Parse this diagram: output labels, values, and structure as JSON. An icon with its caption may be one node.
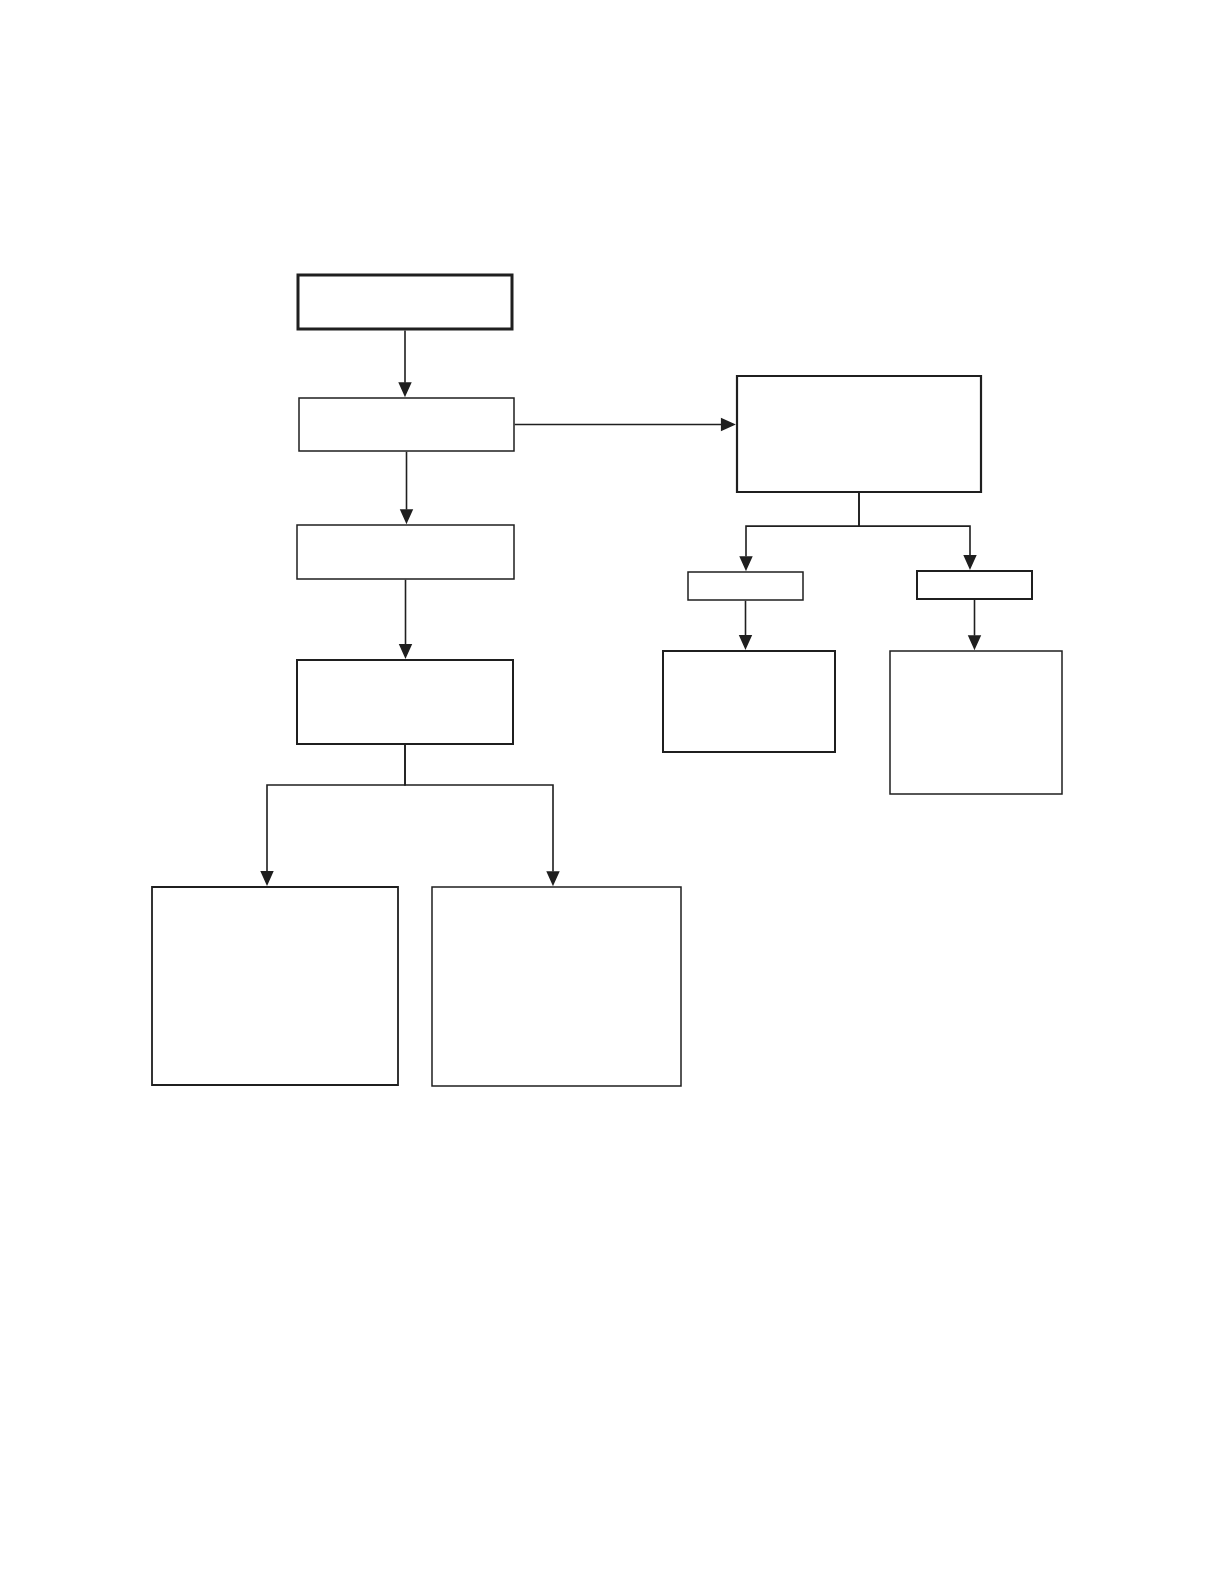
{
  "diagram": {
    "nodes": [
      {
        "text": [],
        "shape": "box"
      },
      {
        "text": [],
        "shape": "box"
      },
      {
        "text": [],
        "shape": "box"
      },
      {
        "text": [],
        "shape": "box"
      },
      {
        "text": [],
        "shape": "box"
      },
      {
        "text": [],
        "shape": "box"
      },
      {
        "text": [],
        "shape": "box"
      },
      {
        "text": [],
        "shape": "box"
      },
      {
        "text": [],
        "shape": "box"
      },
      {
        "text": [],
        "shape": "box"
      },
      {
        "text": [],
        "shape": "box"
      }
    ],
    "edges": [
      {
        "from": 0,
        "to": 1,
        "arrow": "to"
      },
      {
        "from": 1,
        "to": 2,
        "arrow": "to"
      },
      {
        "from": 2,
        "to": 3,
        "arrow": "to"
      },
      {
        "from": 1,
        "to": 4,
        "arrow": "to"
      },
      {
        "from": 4,
        "to": 5,
        "arrow": "to"
      },
      {
        "from": 4,
        "to": 6,
        "arrow": "to"
      },
      {
        "from": 5,
        "to": 7,
        "arrow": "to"
      },
      {
        "from": 6,
        "to": 8,
        "arrow": "to"
      },
      {
        "from": 3,
        "to": 9,
        "arrow": "to"
      },
      {
        "from": 3,
        "to": 10,
        "arrow": "to"
      }
    ]
  }
}
